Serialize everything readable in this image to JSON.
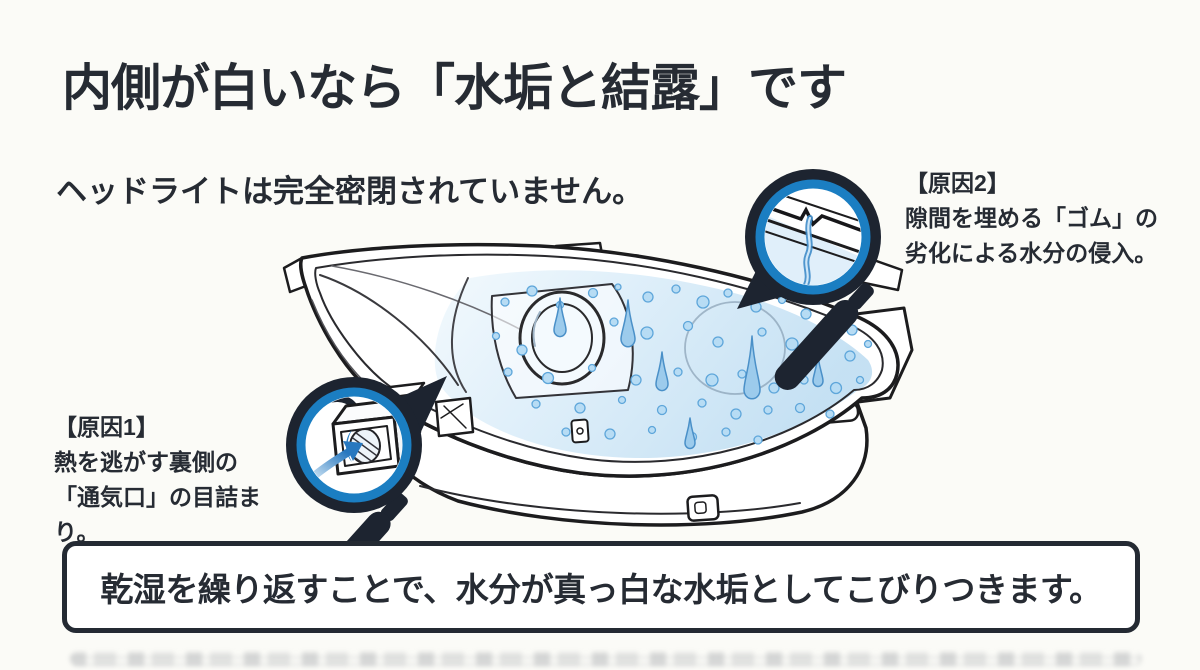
{
  "meta": {
    "background": "#fbfbf7",
    "ink": "#262b33",
    "accent_blue": "#1b7ec2",
    "water_blue": "#aed6f0",
    "icons": [
      "magnifying-glass-icon",
      "water-droplet-icon",
      "arrow-icon"
    ]
  },
  "title": "内側が白いなら「水垢と結露」です",
  "subtitle": "ヘッドライトは完全密閉されていません。",
  "cause1": {
    "label": "【原因1】",
    "line1": "熱を逃がす裏側の",
    "line2": "「通気口」の目詰まり。"
  },
  "cause2": {
    "label": "【原因2】",
    "line1": "隙間を埋める「ゴム」の",
    "line2": "劣化による水分の侵入。"
  },
  "conclusion": "乾湿を繰り返すことで、水分が真っ白な水垢としてこびりつきます。"
}
